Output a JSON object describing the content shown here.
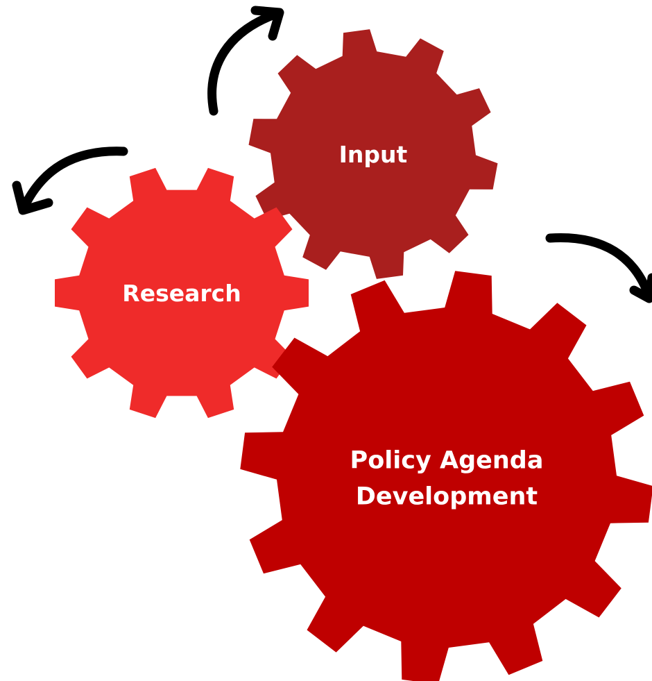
{
  "gears": [
    {
      "id": "input",
      "label_lines": [
        "Input"
      ],
      "color": "#a91f1e"
    },
    {
      "id": "research",
      "label_lines": [
        "Research"
      ],
      "color": "#ef2b2a"
    },
    {
      "id": "policy",
      "label_lines": [
        "Policy Agenda",
        "Development"
      ],
      "color": "#bf0000"
    }
  ],
  "arrow_color": "#000000",
  "background_color": "#ffffff"
}
